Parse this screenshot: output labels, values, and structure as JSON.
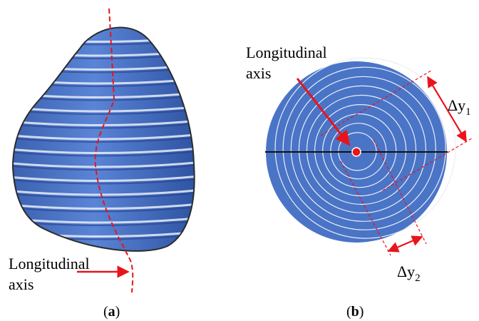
{
  "panel_a": {
    "axis_label_line1": "Longitudinal",
    "axis_label_line2": "axis",
    "caption_open": "(",
    "caption_letter": "a",
    "caption_close": ")"
  },
  "panel_b": {
    "axis_label_line1": "Longitudinal",
    "axis_label_line2": "axis",
    "delta_y1_base": "Δy",
    "delta_y1_sub": "1",
    "delta_y2_base": "Δy",
    "delta_y2_sub": "2",
    "caption_open": "(",
    "caption_letter": "b",
    "caption_close": ")",
    "ring_count": 9
  },
  "colors": {
    "body_blue": "#4a72c4",
    "disc_blue": "#4a74c6",
    "ring_white": "#e8eef8",
    "outline": "#2b2b2b",
    "axis_red": "#e8141b",
    "line_black": "#111111"
  },
  "icons": {
    "axis_pointer": "red-arrow-icon",
    "axis_center": "red-dot-icon",
    "dimension": "double-arrow-icon"
  }
}
